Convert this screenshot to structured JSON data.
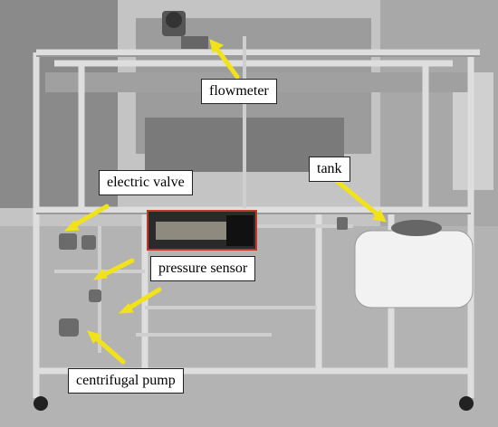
{
  "figure": {
    "labels": {
      "flowmeter": "flowmeter",
      "tank": "tank",
      "electric_valve": "electric valve",
      "pressure_sensor": "pressure sensor",
      "centrifugal_pump": "centrifugal pump"
    },
    "colors": {
      "arrow": "#f2e21a",
      "inset_border": "#c0392b",
      "frame": "#d9d9d9",
      "background": "#bdbdbd"
    }
  }
}
